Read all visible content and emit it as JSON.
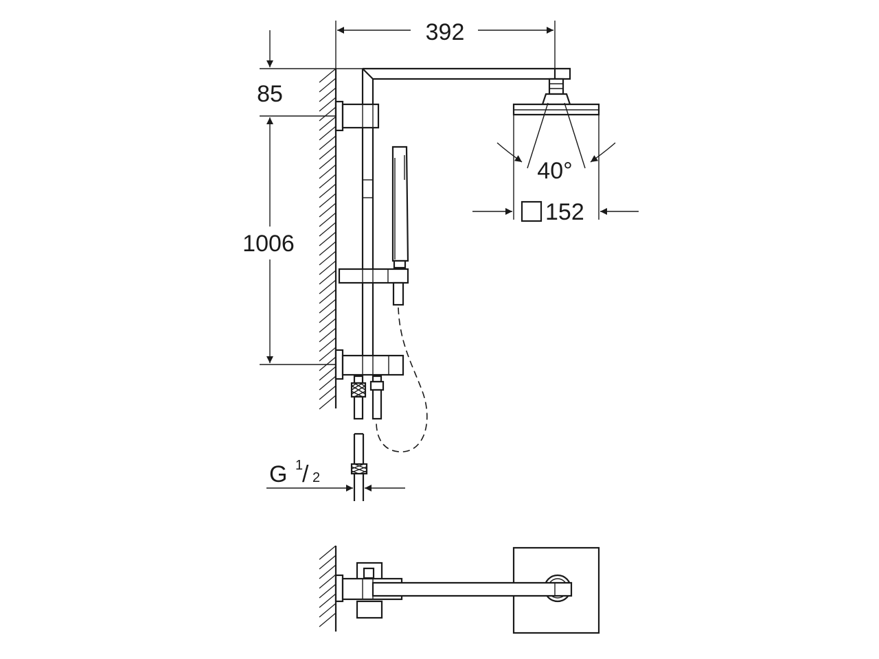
{
  "dimensions": {
    "width_392": "392",
    "height_85": "85",
    "height_1006": "1006",
    "angle_40": "40°",
    "head_size": "152",
    "thread_g": "G",
    "thread_num": "1",
    "thread_den": "2"
  }
}
